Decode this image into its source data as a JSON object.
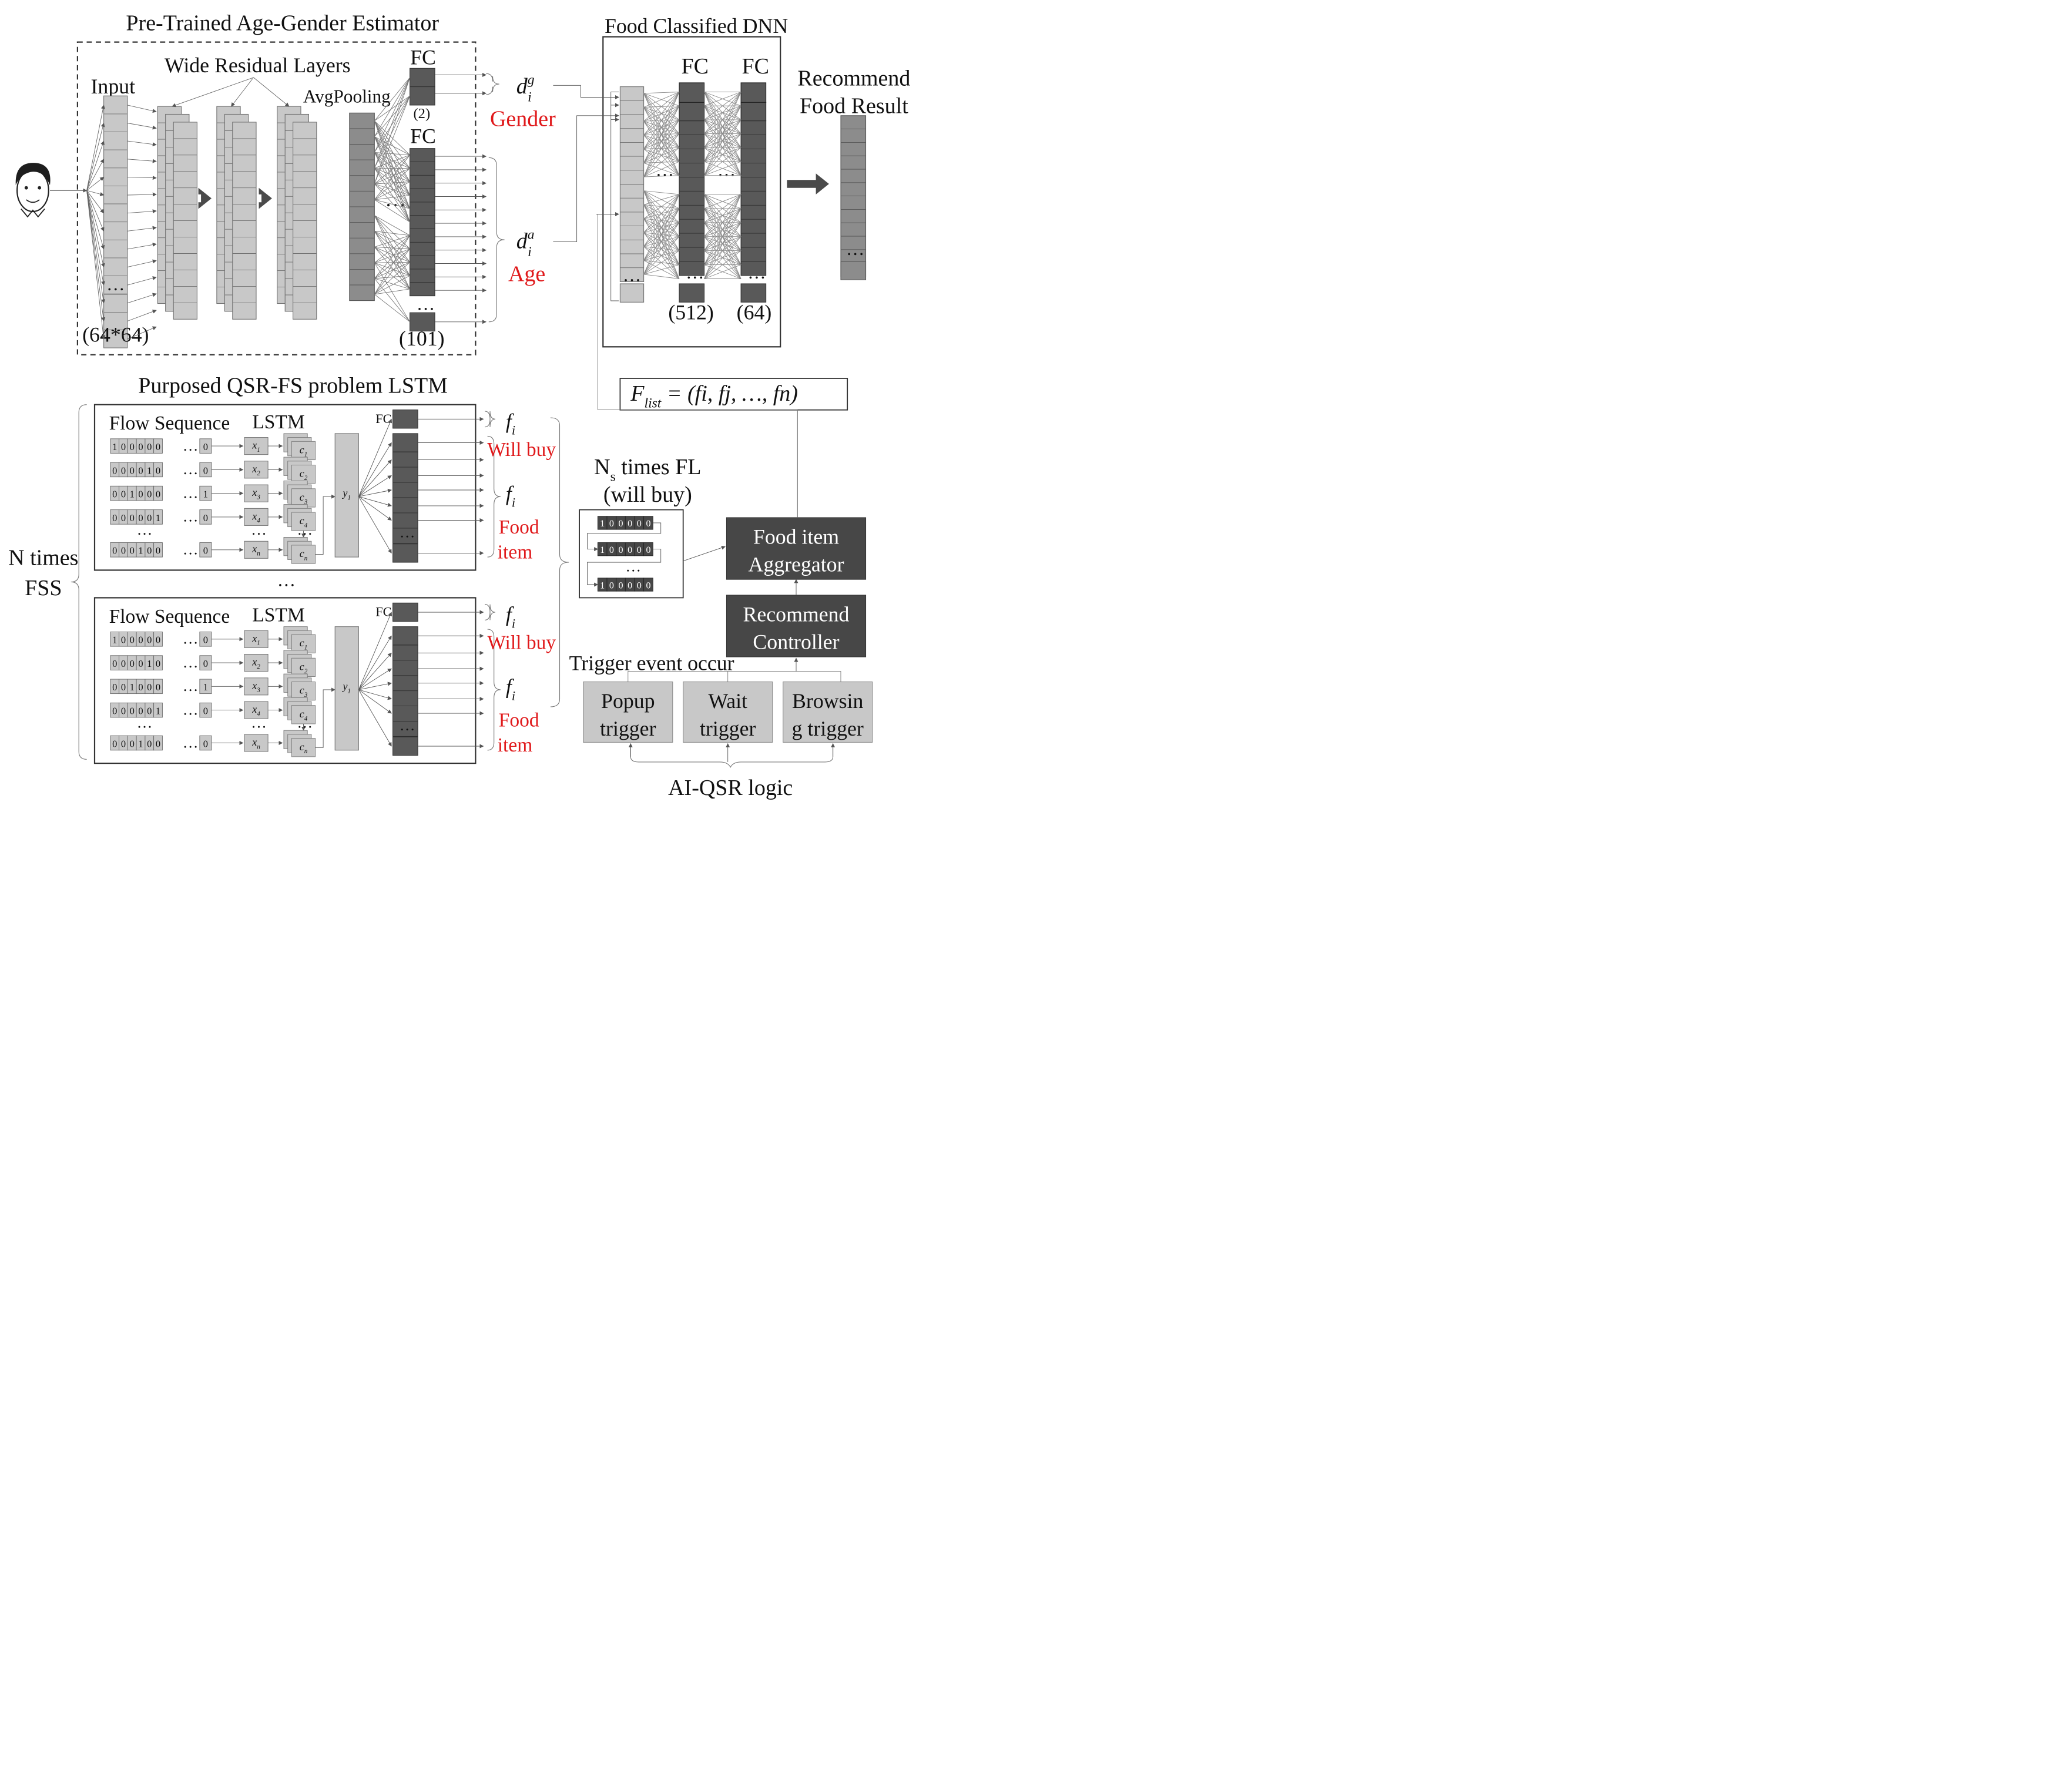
{
  "colors": {
    "light": "#c8c8c8",
    "mid": "#8c8c8c",
    "dark": "#595959",
    "node": "#474747",
    "red": "#e0191b"
  },
  "age_gender": {
    "title": "Pre-Trained Age-Gender Estimator",
    "wide_residual": "Wide Residual Layers",
    "input": "Input",
    "input_size": "(64*64)",
    "avgpool": "AvgPooling",
    "fc_gender": "FC",
    "fc_gender_size": "(2)",
    "fc_age": "FC",
    "fc_age_size": "(101)",
    "dots": "…",
    "d_g_base": "d",
    "d_g_sub": "i",
    "d_g_sup": "g",
    "gender": "Gender",
    "d_a_base": "d",
    "d_a_sub": "i",
    "d_a_sup": "a",
    "age": "Age"
  },
  "food_dnn": {
    "title": "Food Classified DNN",
    "fc1": "FC",
    "fc2": "FC",
    "fc1_size": "(512)",
    "fc2_size": "(64)",
    "dots": "…",
    "result_line1": "Recommend",
    "result_line2": "Food Result"
  },
  "flist": {
    "base": "F",
    "sub": "list",
    "rest": " = (fi, fj, …, fn)"
  },
  "lstm": {
    "title": "Purposed QSR-FS problem LSTM",
    "n_times_1": "N times",
    "n_times_2": "FSS",
    "between_dots": "…",
    "panels": [
      {
        "flow_label": "Flow Sequence",
        "lstm_label": "LSTM",
        "fc_label": "FC",
        "rows": [
          {
            "bits": [
              "1",
              "0",
              "0",
              "0",
              "0",
              "0"
            ],
            "tail": "0",
            "x": "x",
            "xs": "1",
            "c": "c",
            "cs": "1"
          },
          {
            "bits": [
              "0",
              "0",
              "0",
              "0",
              "1",
              "0"
            ],
            "tail": "0",
            "x": "x",
            "xs": "2",
            "c": "c",
            "cs": "2"
          },
          {
            "bits": [
              "0",
              "0",
              "1",
              "0",
              "0",
              "0"
            ],
            "tail": "1",
            "x": "x",
            "xs": "3",
            "c": "c",
            "cs": "3"
          },
          {
            "bits": [
              "0",
              "0",
              "0",
              "0",
              "0",
              "1"
            ],
            "tail": "0",
            "x": "x",
            "xs": "4",
            "c": "c",
            "cs": "4"
          },
          {
            "bits": [
              "0",
              "0",
              "0",
              "1",
              "0",
              "0"
            ],
            "tail": "0",
            "x": "x",
            "xs": "n",
            "c": "c",
            "cs": "n"
          }
        ],
        "y": "y",
        "ys": "1",
        "f1": "f",
        "f1s": "i",
        "will_buy": "Will buy",
        "f2": "f",
        "f2s": "i",
        "food1": "Food",
        "food2": "item"
      },
      {
        "flow_label": "Flow Sequence",
        "lstm_label": "LSTM",
        "fc_label": "FC",
        "rows": [
          {
            "bits": [
              "1",
              "0",
              "0",
              "0",
              "0",
              "0"
            ],
            "tail": "0",
            "x": "x",
            "xs": "1",
            "c": "c",
            "cs": "1"
          },
          {
            "bits": [
              "0",
              "0",
              "0",
              "0",
              "1",
              "0"
            ],
            "tail": "0",
            "x": "x",
            "xs": "2",
            "c": "c",
            "cs": "2"
          },
          {
            "bits": [
              "0",
              "0",
              "1",
              "0",
              "0",
              "0"
            ],
            "tail": "1",
            "x": "x",
            "xs": "3",
            "c": "c",
            "cs": "3"
          },
          {
            "bits": [
              "0",
              "0",
              "0",
              "0",
              "0",
              "1"
            ],
            "tail": "0",
            "x": "x",
            "xs": "4",
            "c": "c",
            "cs": "4"
          },
          {
            "bits": [
              "0",
              "0",
              "0",
              "1",
              "0",
              "0"
            ],
            "tail": "0",
            "x": "x",
            "xs": "n",
            "c": "c",
            "cs": "n"
          }
        ],
        "y": "y",
        "ys": "1",
        "f1": "f",
        "f1s": "i",
        "will_buy": "Will buy",
        "f2": "f",
        "f2s": "i",
        "food1": "Food",
        "food2": "item"
      }
    ]
  },
  "fl": {
    "title_base": "N",
    "title_sub": "s",
    "title_rest": " times FL",
    "subtitle": "(will buy)",
    "rows": [
      [
        "1",
        "0",
        "0",
        "0",
        "0",
        "0"
      ],
      [
        "1",
        "0",
        "0",
        "0",
        "0",
        "0"
      ],
      [
        "1",
        "0",
        "0",
        "0",
        "0",
        "0"
      ]
    ],
    "dots": "…"
  },
  "aggregator": {
    "line1": "Food item",
    "line2": "Aggregator"
  },
  "controller": {
    "line1": "Recommend",
    "line2": "Controller"
  },
  "trigger_event": "Trigger event occur",
  "triggers": [
    {
      "line1": "Popup",
      "line2": "trigger"
    },
    {
      "line1": "Wait",
      "line2": "trigger"
    },
    {
      "line1": "Browsin",
      "line2": "g trigger"
    }
  ],
  "logic": "AI-QSR logic"
}
